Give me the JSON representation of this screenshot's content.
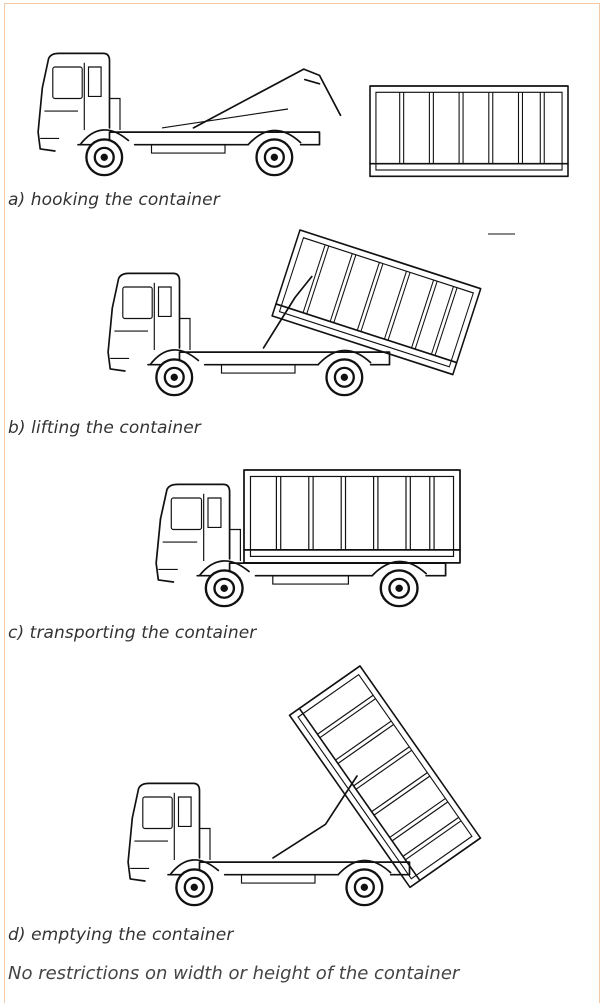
{
  "panels": [
    {
      "id": "a",
      "caption": "a) hooking the container"
    },
    {
      "id": "b",
      "caption": "b) lifting the container"
    },
    {
      "id": "c",
      "caption": "c) transporting the container"
    },
    {
      "id": "d",
      "caption": "d) emptying the container"
    }
  ],
  "footnote": "No restrictions on width or height of the container"
}
